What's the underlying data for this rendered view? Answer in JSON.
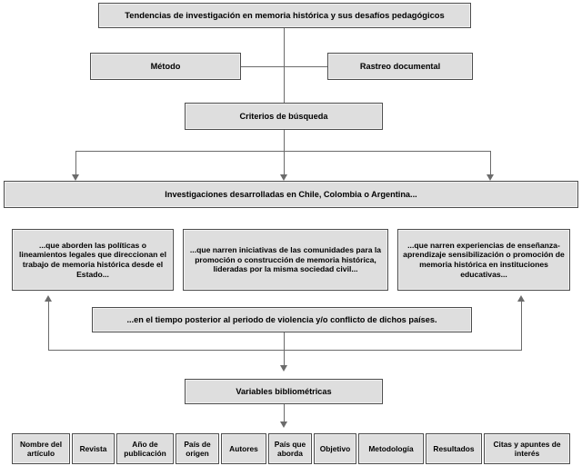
{
  "diagram": {
    "title_node": {
      "label": "Tendencias de investigación en memoria histórica y sus desafíos pedagógicos"
    },
    "method_row": {
      "left": "Método",
      "right": "Rastreo documental"
    },
    "criteria": {
      "label": "Criterios de búsqueda"
    },
    "scope_bar": {
      "label": "Investigaciones desarrolladas en Chile, Colombia o Argentina..."
    },
    "criteria_boxes": [
      {
        "id": "state-policies",
        "label": "...que aborden las políticas o lineamientos legales que direccionan el trabajo de memoria histórica desde el Estado..."
      },
      {
        "id": "civil-society",
        "label": "...que narren iniciativas de las comunidades para la promoción o construcción de memoria histórica, lideradas por la misma sociedad civil..."
      },
      {
        "id": "educational-institutions",
        "label": "...que narren experiencias de enseñanza-aprendizaje sensibilización o promoción de memoria histórica en instituciones educativas..."
      }
    ],
    "time_filter": {
      "label": "...en el tiempo posterior al periodo de violencia y/o conflicto de dichos países."
    },
    "variables": {
      "label": "Variables bibliométricas"
    },
    "variable_cells": [
      {
        "label": "Nombre del artículo"
      },
      {
        "label": "Revista"
      },
      {
        "label": "Año de publicación"
      },
      {
        "label": "País de origen"
      },
      {
        "label": "Autores"
      },
      {
        "label": "País que aborda"
      },
      {
        "label": "Objetivo"
      },
      {
        "label": "Metodología"
      },
      {
        "label": "Resultados"
      },
      {
        "label": "Citas y apuntes de interés"
      }
    ],
    "colors": {
      "node_fill": "#dedede",
      "node_border": "#4d4d4d",
      "connector": "#6b6b6b",
      "background": "#ffffff",
      "text": "#000000"
    }
  }
}
